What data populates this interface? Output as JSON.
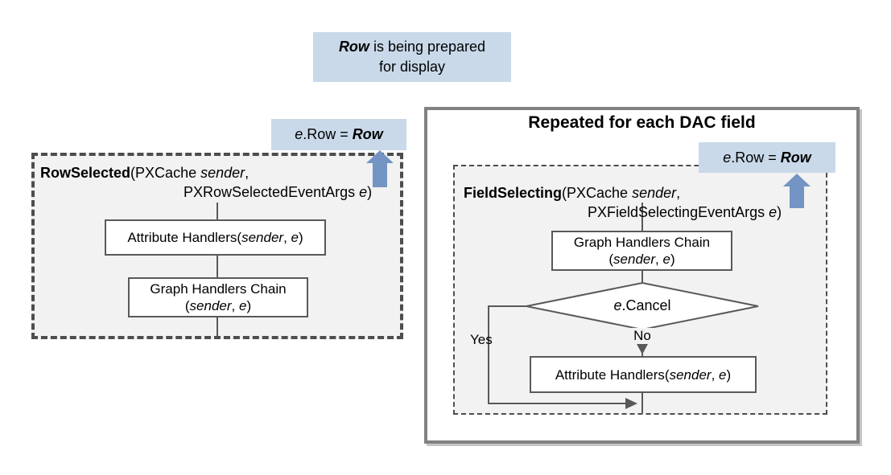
{
  "colors": {
    "note_bg": "#c9d9e9",
    "arrow_blue": "#7494c3",
    "panel_bg": "#f2f2f2",
    "dash_border": "#4d4d4d",
    "outer_border": "#828282",
    "line": "#58595b"
  },
  "top_note": {
    "keyword": "Row",
    "line1_rest": " is being prepared",
    "line2": "for display"
  },
  "assign_label": {
    "e": "e",
    "mid": ".Row = ",
    "row": "Row"
  },
  "left_flow": {
    "event_name": "RowSelected",
    "sig1_pre": "(PXCache ",
    "sig1_arg": "sender",
    "sig1_post": ",",
    "sig2_pre": "PXRowSelectedEventArgs ",
    "sig2_arg": "e",
    "sig2_post": ")",
    "attribute_box": {
      "pre": "Attribute Handlers(",
      "arg1": "sender",
      "sep": ", ",
      "arg2": "e",
      "post": ")"
    },
    "graph_box": {
      "line1": "Graph Handlers Chain",
      "pre": "(",
      "arg1": "sender",
      "sep": ", ",
      "arg2": "e",
      "post": ")"
    }
  },
  "right_flow": {
    "title": "Repeated for each DAC field",
    "event_name": "FieldSelecting",
    "sig1_pre": "(PXCache ",
    "sig1_arg": "sender",
    "sig1_post": ",",
    "sig2_pre": "PXFieldSelectingEventArgs ",
    "sig2_arg": "e",
    "sig2_post": ")",
    "graph_box": {
      "line1": "Graph Handlers Chain",
      "pre": "(",
      "arg1": "sender",
      "sep": ", ",
      "arg2": "e",
      "post": ")"
    },
    "decision": {
      "arg": "e",
      "rest": ".Cancel"
    },
    "yes_label": "Yes",
    "no_label": "No",
    "attribute_box": {
      "pre": "Attribute Handlers(",
      "arg1": "sender",
      "sep": ", ",
      "arg2": "e",
      "post": ")"
    }
  }
}
